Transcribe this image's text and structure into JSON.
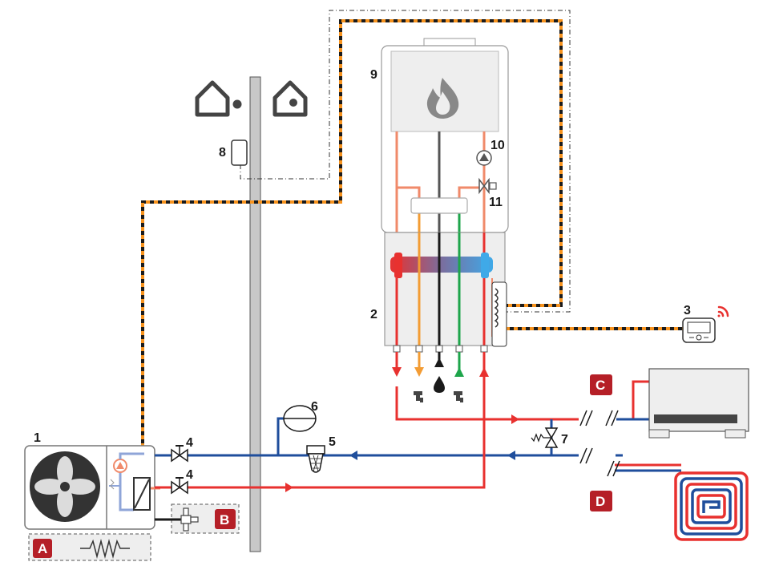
{
  "labels": {
    "outdoor_unit": "1",
    "indoor_module": "2",
    "thermostat": "3",
    "valve_supply": "4",
    "valve_return": "4",
    "filter": "5",
    "expansion_vessel": "6",
    "bypass_valve": "7",
    "sensor": "8",
    "boiler": "9",
    "pump": "10",
    "three_way_valve": "11"
  },
  "badges": {
    "a": "A",
    "b": "B",
    "c": "C",
    "d": "D"
  },
  "colors": {
    "hot": "#e8312f",
    "cold": "#1f4e9c",
    "dhw": "#f39c34",
    "cold_water": "#1ea54b",
    "gas": "#1a1a1a",
    "boiler_line": "#f08a6a",
    "bus_orange": "#f7931e",
    "badge": "#b51f27",
    "wall": "#c8c8c8",
    "light_blue": "#8fa5d8"
  },
  "icons": {
    "house_outside": "house-with-dot-icon",
    "house_inside": "house-with-dot-icon",
    "flame": "flame-icon",
    "wifi": "wireless-signal-icon",
    "tap_hot": "tap-icon",
    "tap_cold": "tap-icon",
    "gas_drop": "gas-drop-icon"
  }
}
